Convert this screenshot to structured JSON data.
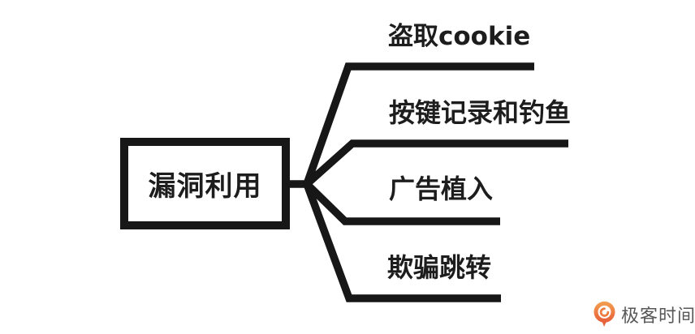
{
  "mindmap": {
    "root": {
      "label": "漏洞利用"
    },
    "branches": [
      {
        "label": "盗取cookie"
      },
      {
        "label": "按键记录和钓鱼"
      },
      {
        "label": "广告植入"
      },
      {
        "label": "欺骗跳转"
      }
    ]
  },
  "watermark": {
    "brand": "极客时间"
  },
  "colors": {
    "line": "#171717",
    "label_text": "#1d1d1d",
    "background": "#ffffff",
    "logo_orange": "#ee7c3f",
    "logo_orange_dark": "#e8633a",
    "brand_text": "#575757"
  }
}
